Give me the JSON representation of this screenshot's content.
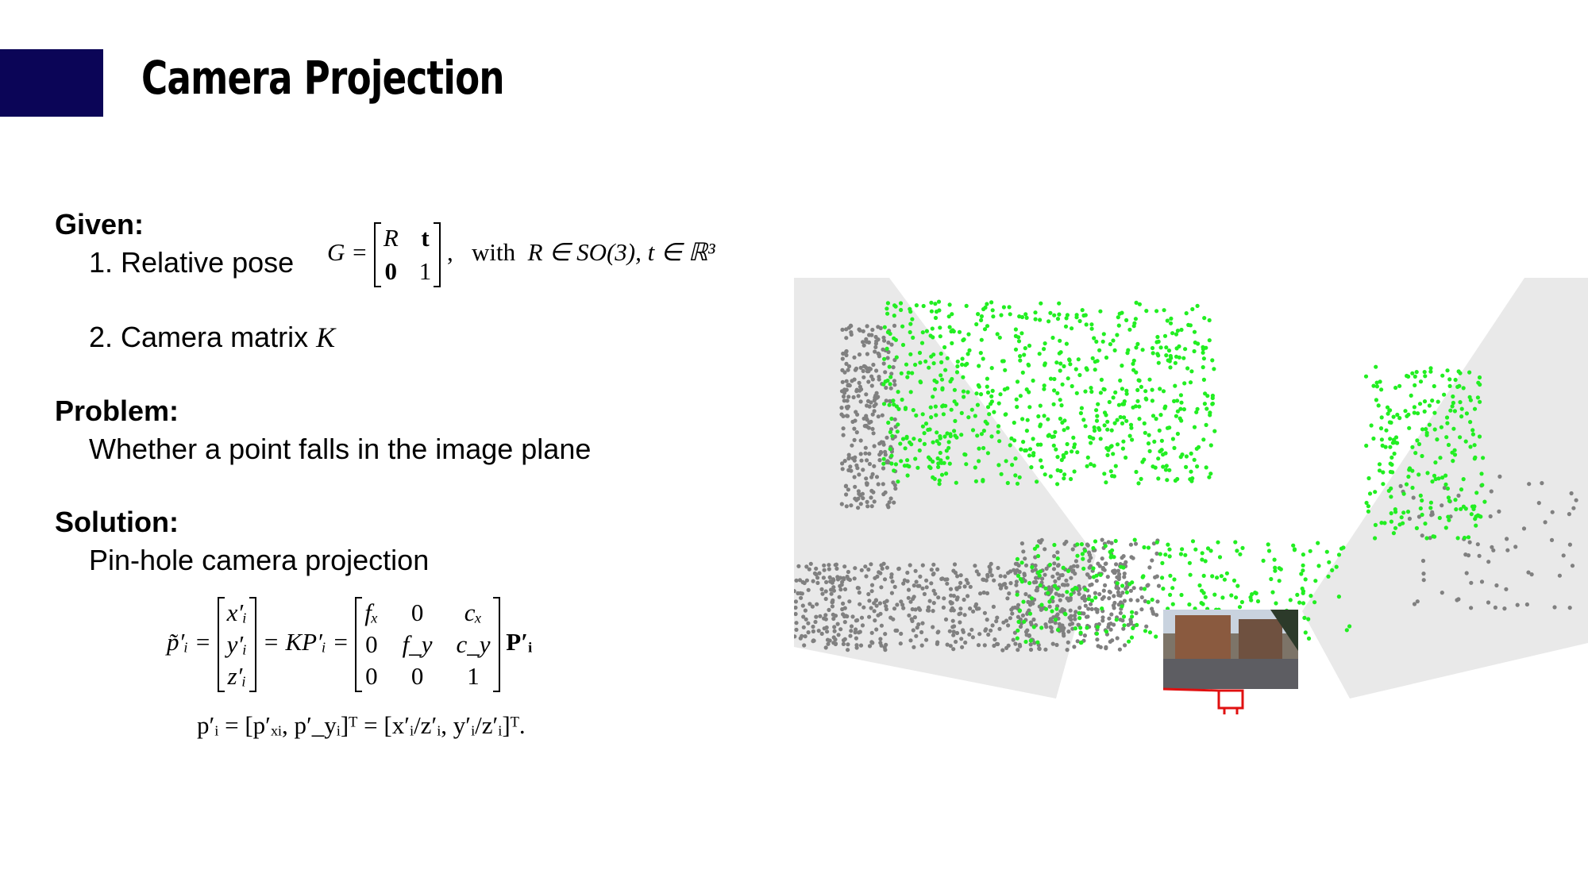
{
  "slide": {
    "title": "Camera Projection",
    "colors": {
      "accent": "#0b0557",
      "inlier_points": "#22ee22",
      "outlier_points": "#808080",
      "frustum": "#e8e8e8",
      "camera": "#e01010"
    },
    "given": {
      "heading": "Given:",
      "item1": "1. Relative pose",
      "item2_prefix": "2. Camera matrix",
      "item2_symbol": "K",
      "pose_eq": {
        "lhs": "G =",
        "m11": "R",
        "m12": "t",
        "m21": "0",
        "m22": "1",
        "comma": ",",
        "with": "with",
        "cond": "R ∈ SO(3), t ∈ ℝ³"
      }
    },
    "problem": {
      "heading": "Problem:",
      "text": "Whether a point falls in the image plane"
    },
    "solution": {
      "heading": "Solution:",
      "text": "Pin-hole camera projection",
      "eq1": {
        "lhs": "p̃′ᵢ =",
        "vec": [
          "x′ᵢ",
          "y′ᵢ",
          "z′ᵢ"
        ],
        "mid": "= KP′ᵢ =",
        "K": [
          "fₓ",
          "0",
          "cₓ",
          "0",
          "f_y",
          "c_y",
          "0",
          "0",
          "1"
        ],
        "rhs": "P′ᵢ"
      },
      "eq2": "p′ᵢ = [p′ₓᵢ, p′_yᵢ]ᵀ = [x′ᵢ/z′ᵢ, y′ᵢ/z′ᵢ]ᵀ."
    },
    "figure": {
      "description_icon": "point-cloud-projection-figure"
    }
  }
}
